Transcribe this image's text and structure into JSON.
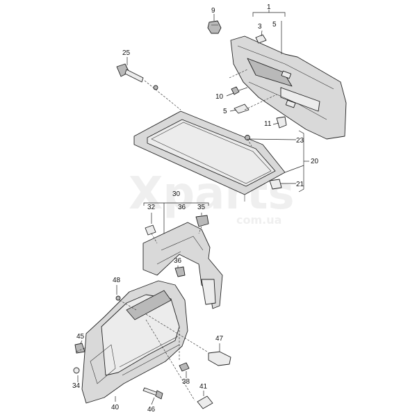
{
  "watermark": {
    "brand": "Xparts",
    "domain": "com.ua"
  },
  "callouts": {
    "c1": "1",
    "c3": "3",
    "c5top": "5",
    "c9": "9",
    "c25": "25",
    "c10": "10",
    "c5": "5",
    "c11": "11",
    "c23": "23",
    "c20": "20",
    "c21": "21",
    "c30": "30",
    "c32": "32",
    "c36top": "36",
    "c35": "35",
    "c36": "36",
    "c48": "48",
    "c47": "47",
    "c45": "45",
    "c38": "38",
    "c34": "34",
    "c41": "41",
    "c40": "40",
    "c46": "46"
  }
}
